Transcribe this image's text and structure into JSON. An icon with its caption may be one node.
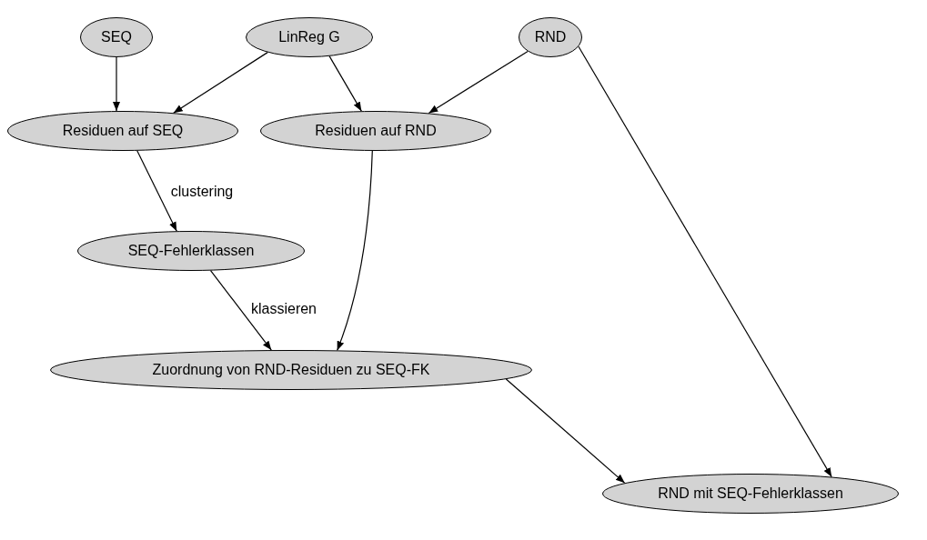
{
  "diagram": {
    "nodes": [
      {
        "text": [
          "SEQ"
        ]
      },
      {
        "text": [
          "LinReg G"
        ]
      },
      {
        "text": [
          "RND"
        ]
      },
      {
        "text": [
          "Residuen auf SEQ"
        ]
      },
      {
        "text": [
          "Residuen auf RND"
        ]
      },
      {
        "text": [
          "SEQ-Fehlerklassen"
        ]
      },
      {
        "text": [
          "Zuordnung von RND-Residuen zu SEQ-FK"
        ]
      },
      {
        "text": [
          "RND mit SEQ-Fehlerklassen"
        ]
      }
    ],
    "edges": [
      {
        "from": 0,
        "to": 3,
        "arrow": "to"
      },
      {
        "from": 1,
        "to": 3,
        "arrow": "to"
      },
      {
        "from": 1,
        "to": 4,
        "arrow": "to"
      },
      {
        "from": 2,
        "to": 4,
        "arrow": "to"
      },
      {
        "from": 2,
        "to": 7,
        "arrow": "to"
      },
      {
        "from": 3,
        "to": 5,
        "arrow": "to",
        "label": "clustering"
      },
      {
        "from": 5,
        "to": 6,
        "arrow": "to",
        "label": "klassieren"
      },
      {
        "from": 4,
        "to": 6,
        "arrow": "to"
      },
      {
        "from": 6,
        "to": 7,
        "arrow": "to"
      }
    ]
  }
}
